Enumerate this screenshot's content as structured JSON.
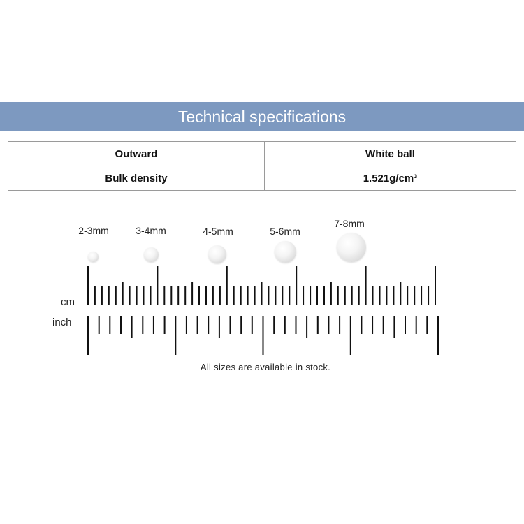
{
  "banner": {
    "title": "Technical specifications",
    "bg_color": "#7d99c0"
  },
  "specs": {
    "rows": [
      {
        "label": "Outward",
        "value": "White ball"
      },
      {
        "label": "Bulk density",
        "value": "1.521g/cm³"
      }
    ]
  },
  "sizes": [
    {
      "label": "2-3mm",
      "max_mm": 3
    },
    {
      "label": "3-4mm",
      "max_mm": 4
    },
    {
      "label": "4-5mm",
      "max_mm": 5
    },
    {
      "label": "5-6mm",
      "max_mm": 6
    },
    {
      "label": "7-8mm",
      "max_mm": 8
    }
  ],
  "rulers": {
    "cm_label": "cm",
    "inch_label": "inch"
  },
  "note": "All sizes are available in stock."
}
